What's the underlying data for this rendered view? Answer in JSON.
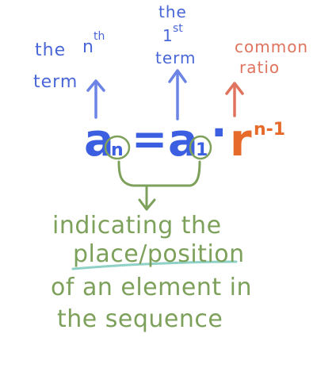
{
  "labels": {
    "nth_term_prefix": "the",
    "nth_term_n": "n",
    "nth_term_sup": "th",
    "nth_term_word": "term",
    "first_term_the": "the",
    "first_term_1": "1",
    "first_term_sup": "st",
    "first_term_word": "term",
    "common": "common",
    "ratio": "ratio"
  },
  "equation": {
    "a": "a",
    "sub_n": "n",
    "equals": "=",
    "a1": "a",
    "sub_1": "1",
    "dot": "·",
    "r": "r",
    "exp": "n-1"
  },
  "note": {
    "line1": "indicating the",
    "line2": "place/position",
    "line3": "of an element in",
    "line4": "the sequence"
  },
  "colors": {
    "blue": "#4a67d8",
    "orange": "#e0735e",
    "green": "#7da15b",
    "teal_underline": "#8fd1c6"
  }
}
